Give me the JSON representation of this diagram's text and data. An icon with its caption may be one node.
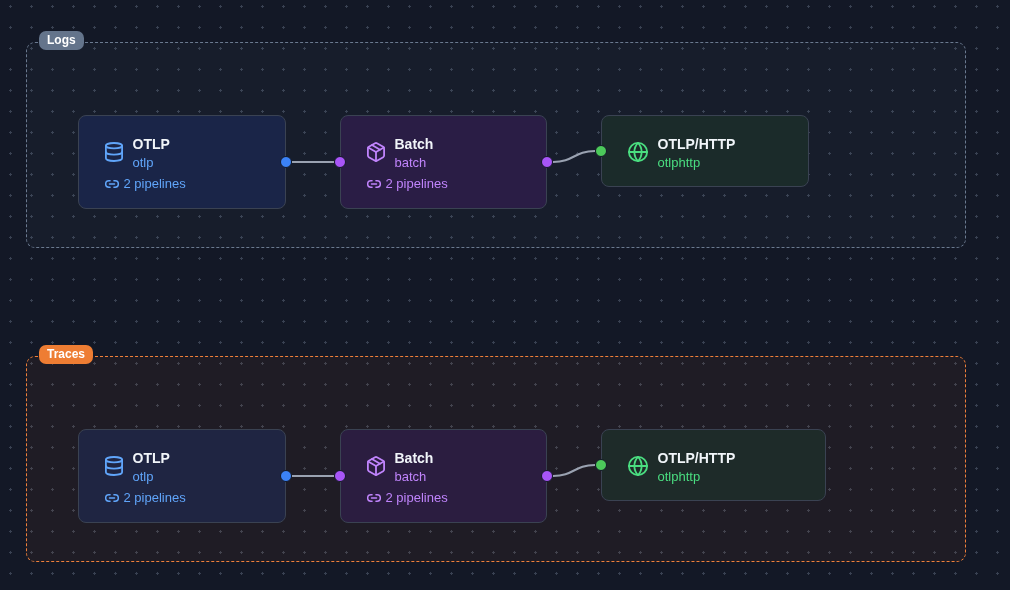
{
  "diagram": {
    "nodes": [
      {
        "text": [
          "Logs"
        ]
      },
      {
        "text": [
          "OTLP",
          "otlp",
          "2 pipelines"
        ],
        "in": 0
      },
      {
        "text": [
          "Batch",
          "batch",
          "2 pipelines"
        ],
        "in": 0
      },
      {
        "text": [
          "OTLP/HTTP",
          "otlphttp"
        ],
        "in": 0
      },
      {
        "text": [
          "Traces"
        ]
      },
      {
        "text": [
          "OTLP",
          "otlp",
          "2 pipelines"
        ],
        "in": 4
      },
      {
        "text": [
          "Batch",
          "batch",
          "2 pipelines"
        ],
        "in": 4
      },
      {
        "text": [
          "OTLP/HTTP",
          "otlphttp"
        ],
        "in": 4
      }
    ],
    "edges": [
      {
        "from": 1,
        "to": 2,
        "arrow": "none"
      },
      {
        "from": 2,
        "to": 3,
        "arrow": "none"
      },
      {
        "from": 5,
        "to": 6,
        "arrow": "none"
      },
      {
        "from": 6,
        "to": 7,
        "arrow": "none"
      }
    ]
  }
}
